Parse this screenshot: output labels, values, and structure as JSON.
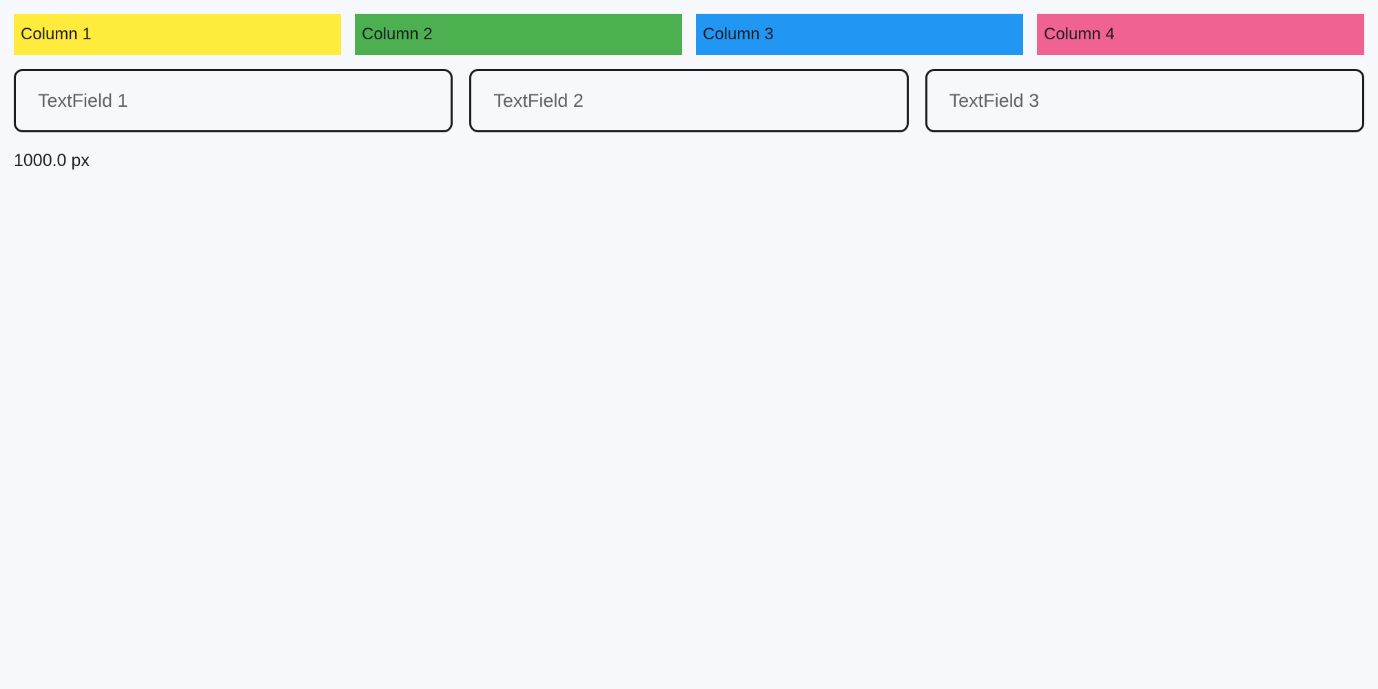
{
  "page": {
    "background_color": "#F7F8FC",
    "text_color": "#1D1B20"
  },
  "columns": {
    "items": [
      {
        "label": "Column 1",
        "color": "#FFEB3B"
      },
      {
        "label": "Column 2",
        "color": "#4CAF50"
      },
      {
        "label": "Column 3",
        "color": "#2196F3"
      },
      {
        "label": "Column 4",
        "color": "#F06292"
      }
    ]
  },
  "textfields": {
    "border_color": "#1B1B1E",
    "placeholder_color": "#5C6167",
    "items": [
      {
        "value": "",
        "placeholder": "TextField 1"
      },
      {
        "value": "",
        "placeholder": "TextField 2"
      },
      {
        "value": "",
        "placeholder": "TextField 3"
      }
    ]
  },
  "footer": {
    "width_label": "1000.0 px"
  }
}
